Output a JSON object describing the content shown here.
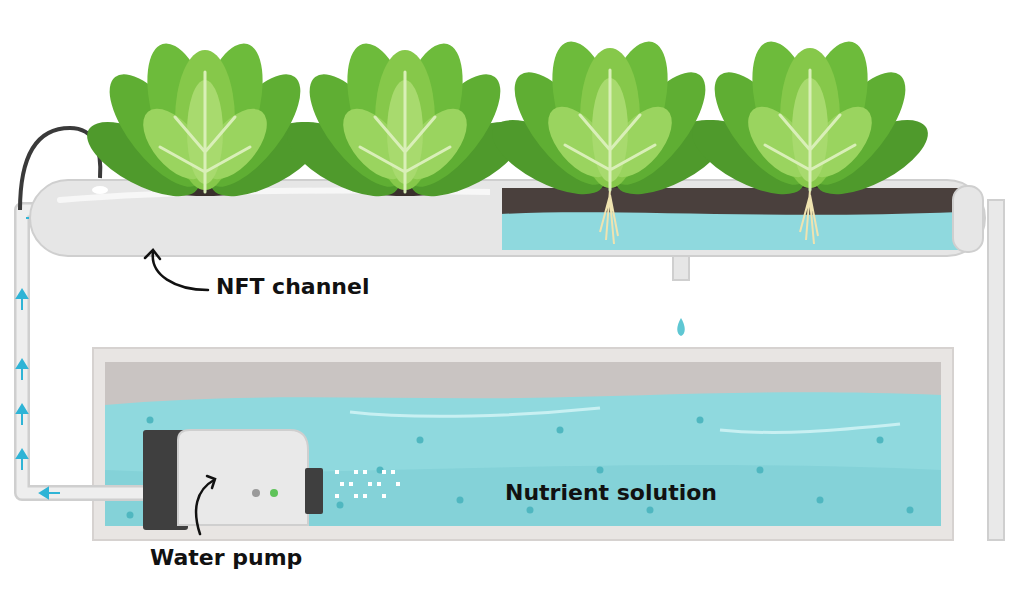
{
  "diagram": {
    "labels": [
      "NFT channel",
      "Water pump",
      "Nutrient solution"
    ]
  }
}
